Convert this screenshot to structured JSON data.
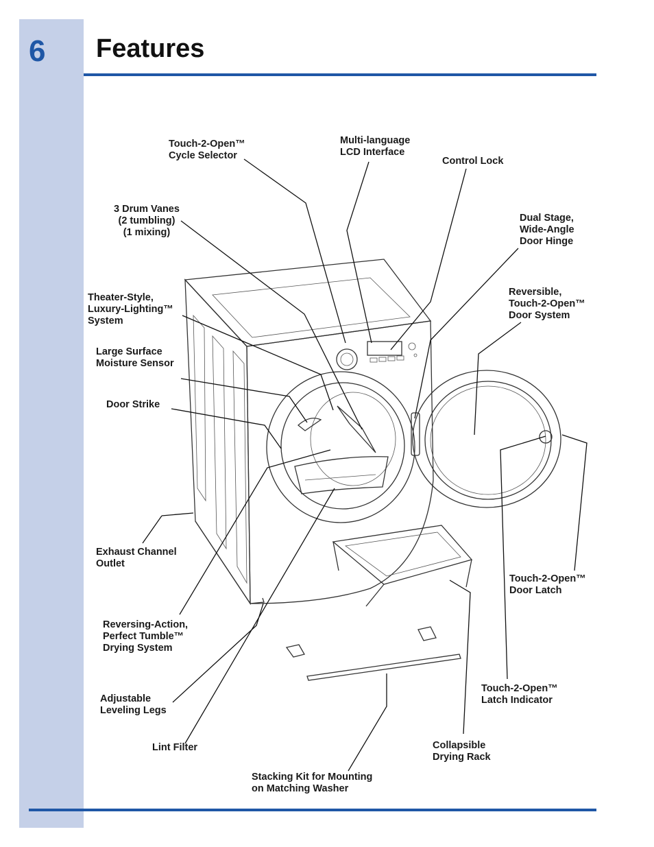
{
  "header": {
    "page_number": "6",
    "title": "Features"
  },
  "labels": {
    "cycle_selector": "Touch-2-Open™\nCycle Selector",
    "lcd_interface": "Multi-language\nLCD Interface",
    "control_lock": "Control Lock",
    "drum_vanes": "3 Drum Vanes\n(2 tumbling)\n(1 mixing)",
    "door_hinge": "Dual Stage,\nWide-Angle\nDoor Hinge",
    "lighting_system": "Theater-Style,\nLuxury-Lighting™\nSystem",
    "door_system": "Reversible,\nTouch-2-Open™\nDoor System",
    "moisture_sensor": "Large Surface\nMoisture Sensor",
    "door_strike": "Door Strike",
    "exhaust_outlet": "Exhaust Channel\nOutlet",
    "door_latch": "Touch-2-Open™\nDoor Latch",
    "drying_system": "Reversing-Action,\nPerfect Tumble™\nDrying System",
    "latch_indicator": "Touch-2-Open™\nLatch Indicator",
    "leveling_legs": "Adjustable\nLeveling Legs",
    "lint_filter": "Lint Filter",
    "drying_rack": "Collapsible\nDrying Rack",
    "stacking_kit": "Stacking Kit for Mounting\non Matching Washer"
  }
}
